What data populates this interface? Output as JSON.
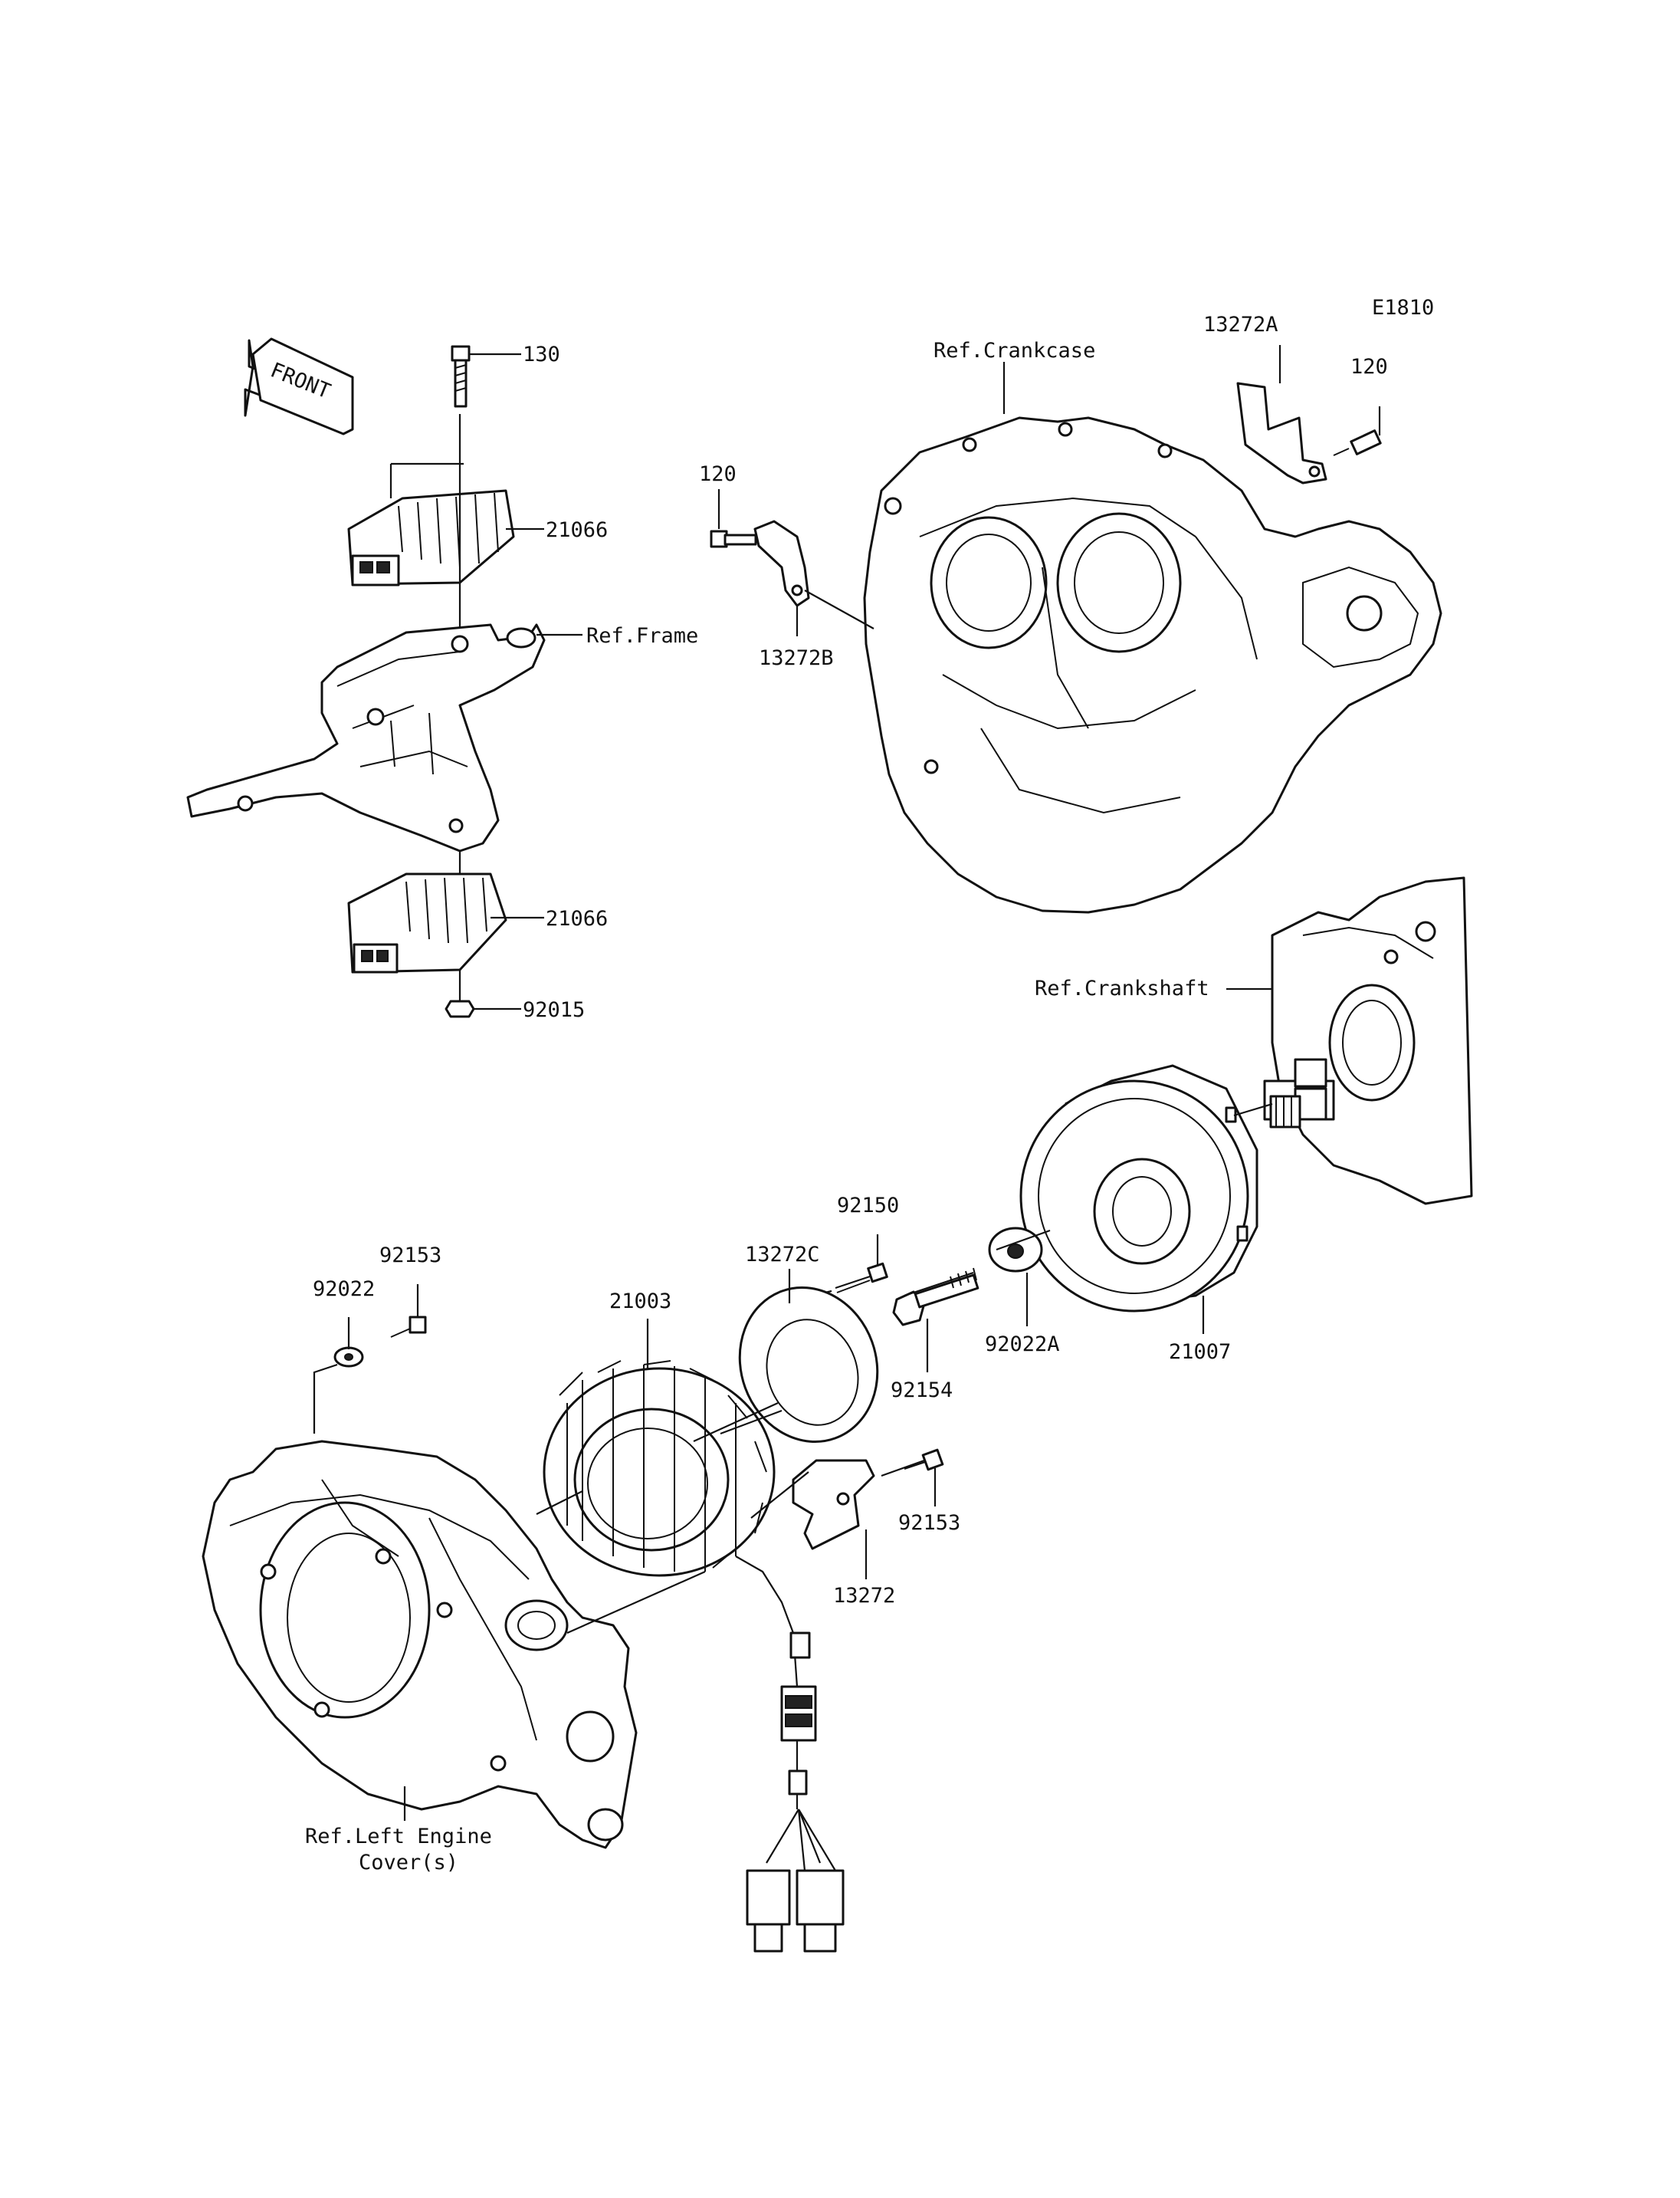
{
  "diagram_code": "E1810",
  "front_label": "FRONT",
  "refs": {
    "crankcase": "Ref.Crankcase",
    "frame": "Ref.Frame",
    "crankshaft": "Ref.Crankshaft",
    "left_cover_line1": "Ref.Left Engine",
    "left_cover_line2": "Cover(s)"
  },
  "parts": {
    "p130": "130",
    "p21066_upper": "21066",
    "p21066_lower": "21066",
    "p92015": "92015",
    "p120_left": "120",
    "p13272B": "13272B",
    "p13272A": "13272A",
    "p120_right": "120",
    "p92150": "92150",
    "p13272C": "13272C",
    "p21003": "21003",
    "p92154": "92154",
    "p92022A": "92022A",
    "p21007": "21007",
    "p92153_upper": "92153",
    "p92022": "92022",
    "p92153_lower": "92153",
    "p13272": "13272"
  }
}
